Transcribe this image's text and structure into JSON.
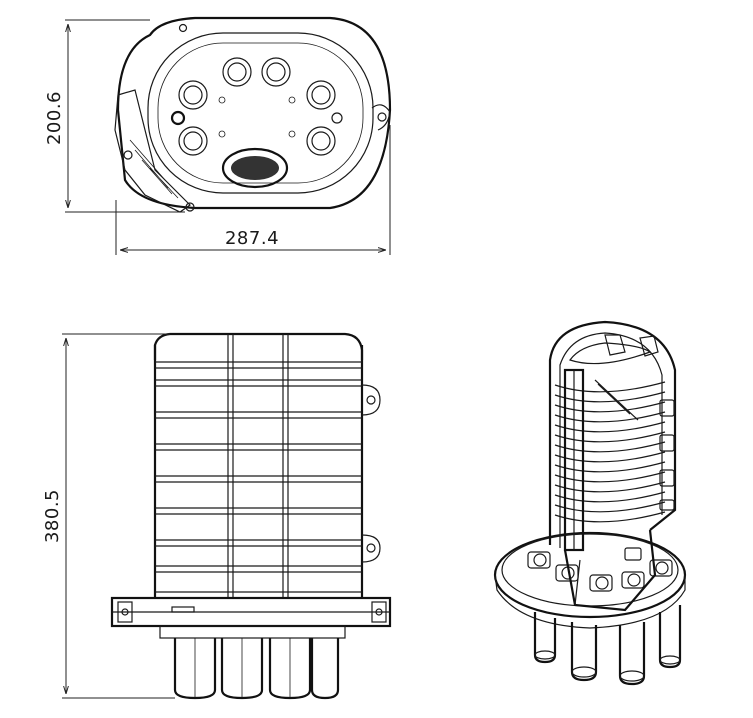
{
  "dimensions": {
    "top_view_height": "200.6",
    "top_view_width": "287.4",
    "side_view_height": "380.5"
  },
  "colors": {
    "line": "#1a1a1a",
    "background": "#ffffff",
    "shade": "#555555"
  }
}
